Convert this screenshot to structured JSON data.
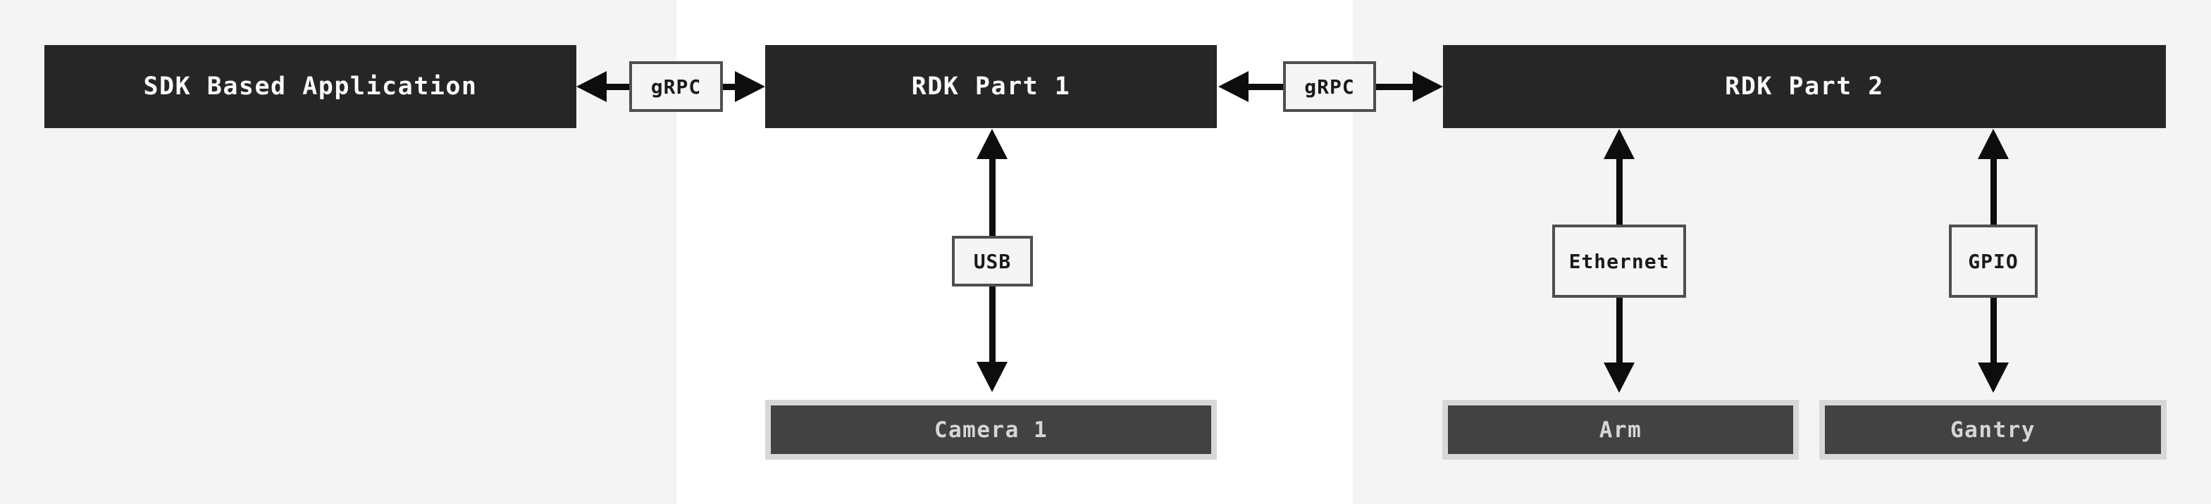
{
  "diagram": {
    "nodes": {
      "sdk_app": {
        "label": "SDK Based Application"
      },
      "rdk_part1": {
        "label": "RDK Part 1"
      },
      "rdk_part2": {
        "label": "RDK Part 2"
      },
      "camera1": {
        "label": "Camera 1"
      },
      "arm": {
        "label": "Arm"
      },
      "gantry": {
        "label": "Gantry"
      }
    },
    "connectors": {
      "grpc_left": {
        "label": "gRPC"
      },
      "grpc_right": {
        "label": "gRPC"
      },
      "usb": {
        "label": "USB"
      },
      "ethernet": {
        "label": "Ethernet"
      },
      "gpio": {
        "label": "GPIO"
      }
    },
    "colors": {
      "panel_gray": "#f4f4f4",
      "panel_white": "#ffffff",
      "node_fill": "#262626",
      "node_text": "#fafafa",
      "hardware_fill": "#424242",
      "hardware_border": "#d8d8d8",
      "hardware_text": "#d6d6d6",
      "label_fill": "#f5f5f5",
      "label_border": "#4f4f4f",
      "label_text": "#1a1a1a",
      "arrow": "#0d0d0d"
    }
  }
}
